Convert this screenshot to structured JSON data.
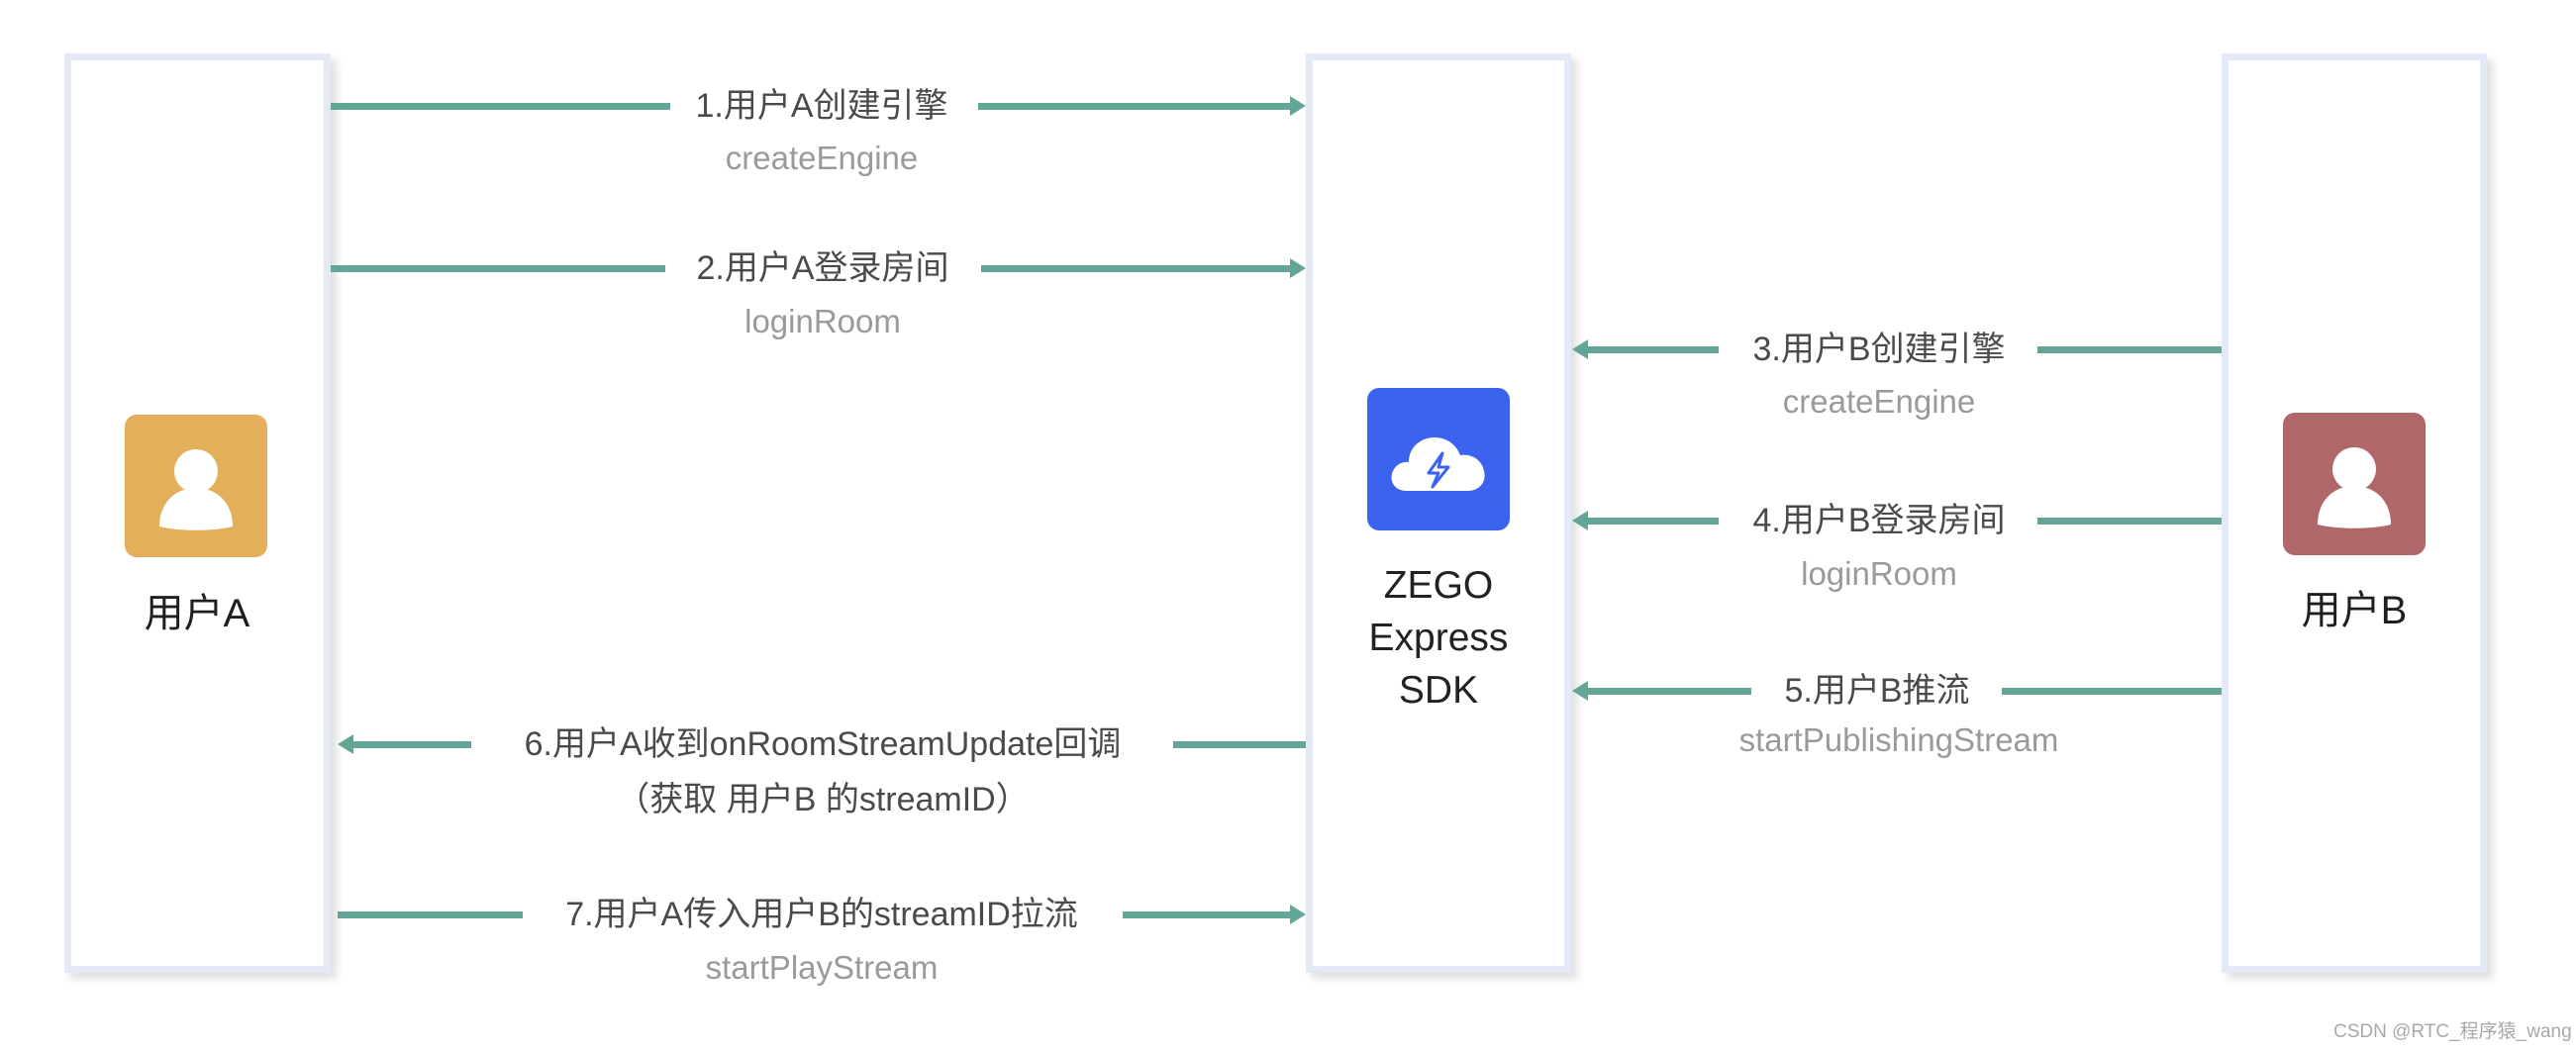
{
  "diagram": {
    "type": "sequence",
    "participants": [
      {
        "id": "userA",
        "label": "用户A",
        "icon": "user-icon",
        "color": "#e3af5a"
      },
      {
        "id": "sdk",
        "label_lines": [
          "ZEGO",
          "Express",
          "SDK"
        ],
        "icon": "cloud-lightning-icon",
        "color": "#3b63f0"
      },
      {
        "id": "userB",
        "label": "用户B",
        "icon": "user-icon",
        "color": "#b0676a"
      }
    ],
    "arrow_color": "#63a698",
    "messages": [
      {
        "step": 1,
        "from": "userA",
        "to": "sdk",
        "label": "1.用户A创建引擎",
        "api": "createEngine"
      },
      {
        "step": 2,
        "from": "userA",
        "to": "sdk",
        "label": "2.用户A登录房间",
        "api": "loginRoom"
      },
      {
        "step": 3,
        "from": "userB",
        "to": "sdk",
        "label": "3.用户B创建引擎",
        "api": "createEngine"
      },
      {
        "step": 4,
        "from": "userB",
        "to": "sdk",
        "label": "4.用户B登录房间",
        "api": "loginRoom"
      },
      {
        "step": 5,
        "from": "userB",
        "to": "sdk",
        "label": "5.用户B推流",
        "api": "startPublishingStream"
      },
      {
        "step": 6,
        "from": "sdk",
        "to": "userA",
        "label": "6.用户A收到onRoomStreamUpdate回调",
        "api": "（获取 用户B 的streamID）"
      },
      {
        "step": 7,
        "from": "userA",
        "to": "sdk",
        "label": "7.用户A传入用户B的streamID拉流",
        "api": "startPlayStream"
      }
    ]
  },
  "watermark": "CSDN @RTC_程序猿_wang"
}
